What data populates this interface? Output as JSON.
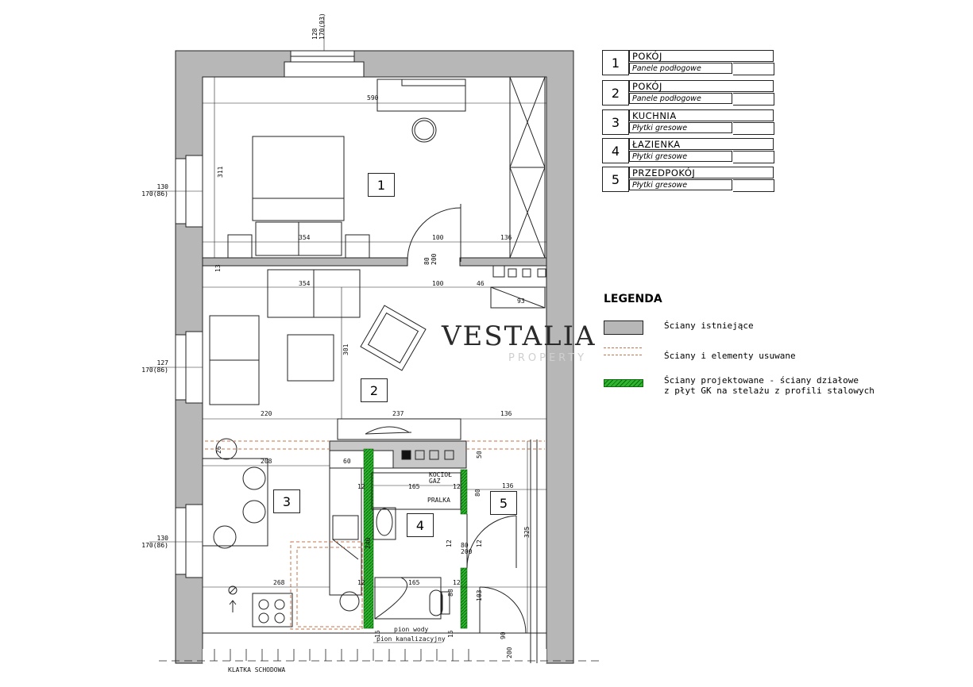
{
  "legend_table": [
    {
      "number": "1",
      "name": "POKÓJ",
      "floor": "Panele podłogowe"
    },
    {
      "number": "2",
      "name": "POKÓJ",
      "floor": "Panele podłogowe"
    },
    {
      "number": "3",
      "name": "KUCHNIA",
      "floor": "Płytki gresowe"
    },
    {
      "number": "4",
      "name": "ŁAZIENKA",
      "floor": "Płytki gresowe"
    },
    {
      "number": "5",
      "name": "PRZEDPOKÓJ",
      "floor": "Płytki gresowe"
    }
  ],
  "legend": {
    "title": "LEGENDA",
    "items": [
      {
        "text": "Ściany istniejące",
        "color": "#b0b0b0"
      },
      {
        "text": "Ściany i elementy usuwane",
        "color": "#c8734a"
      },
      {
        "text": "Ściany projektowane - ściany działowe\nz płyt GK na stelażu z profili stalowych",
        "color": "#2fb52f"
      }
    ]
  },
  "watermark": {
    "brand": "VESTALIA",
    "sub": "PROPERTY"
  },
  "room_labels": [
    "1",
    "2",
    "3",
    "4",
    "5"
  ],
  "dimensions": {
    "top_window": "128\n170(93)",
    "room1_width": "590",
    "room1_height": "311",
    "win1": "130\n170(86)",
    "win2": "127\n170(86)",
    "win3": "130\n170(86)",
    "d354a": "354",
    "d100a": "100",
    "d136a": "136",
    "d80_200": "80\n200",
    "d13": "13",
    "d354b": "354",
    "d100b": "100",
    "d46": "46",
    "d93": "93",
    "d301": "301",
    "d220": "220",
    "d237": "237",
    "d136b": "136",
    "d26": "26",
    "d208": "208",
    "d60": "60",
    "d50": "50",
    "d12a": "12",
    "d165a": "165",
    "d12b": "12",
    "d80a": "80",
    "d136c": "136",
    "d325": "325",
    "d240": "240",
    "d80_200b": "80\n200",
    "d12c": "12",
    "d12d": "12",
    "d268": "268",
    "d12e": "12",
    "d165b": "165",
    "d12f": "12",
    "d88": "88",
    "d103": "103",
    "d15a": "15",
    "d15b": "15",
    "d90": "90",
    "d200c": "200"
  },
  "labels": {
    "kociol": "KOCIOŁ\nGAZ",
    "pralka": "PRALKA",
    "pion_wody": "pion wody",
    "pion_kan": "pion kanalizacyjny",
    "klatka": "KLATKA SCHODOWA"
  }
}
